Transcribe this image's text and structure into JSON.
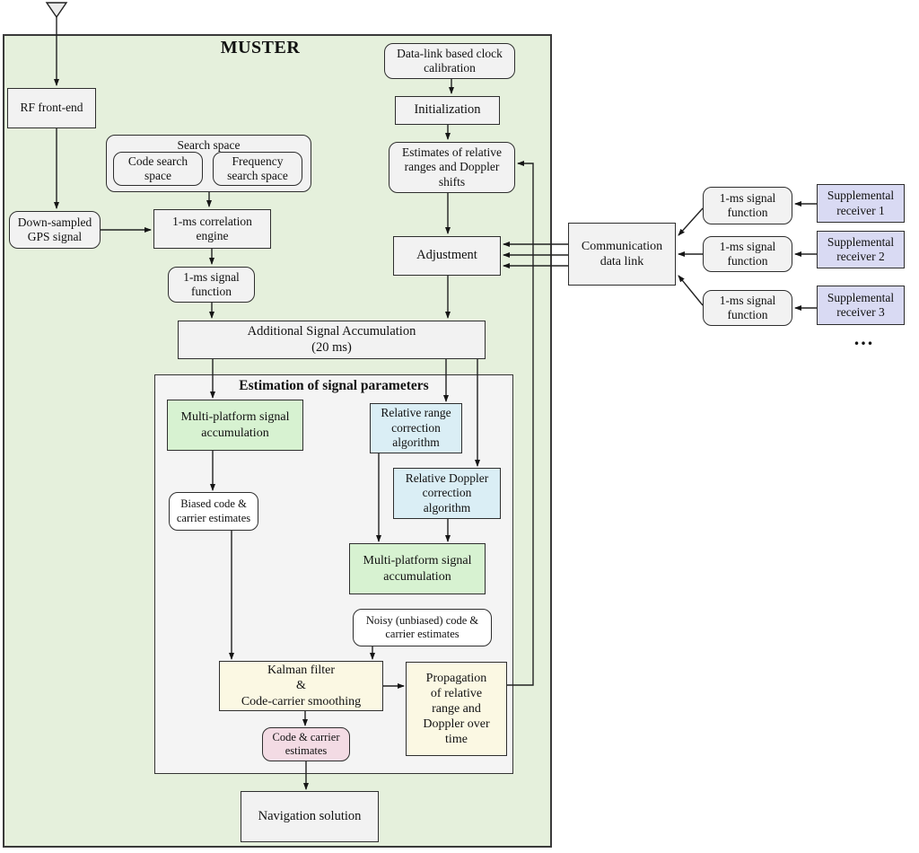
{
  "diagram": {
    "title": "MUSTER",
    "estimation_title": "Estimation of signal parameters",
    "nodes": {
      "rf_front_end": "RF front-end",
      "search_space_title": "Search space",
      "code_search_space": "Code search\nspace",
      "frequency_search_space": "Frequency\nsearch space",
      "down_sampled_gps": "Down-sampled\nGPS signal",
      "correlation_engine": "1-ms correlation\nengine",
      "signal_function": "1-ms signal\nfunction",
      "clock_calibration": "Data-link based clock\ncalibration",
      "initialization": "Initialization",
      "estimates": "Estimates of relative\nranges and Doppler\nshifts",
      "adjustment": "Adjustment",
      "signal_accumulation": "Additional Signal Accumulation\n(20 ms)",
      "multi_platform_1": "Multi-platform signal\naccumulation",
      "relative_range": "Relative range\ncorrection\nalgorithm",
      "relative_doppler": "Relative Doppler\ncorrection\nalgorithm",
      "multi_platform_2": "Multi-platform signal\naccumulation",
      "biased_estimates": "Biased code &\ncarrier estimates",
      "noisy_estimates": "Noisy (unbiased) code &\ncarrier estimates",
      "kalman": "Kalman filter\n&\nCode-carrier smoothing",
      "code_carrier_estimates": "Code & carrier\nestimates",
      "propagation": "Propagation\nof relative\nrange and\nDoppler over\ntime",
      "navigation": "Navigation solution",
      "comm_link": "Communication\ndata link"
    },
    "right_side": {
      "signal_functions": [
        "1-ms signal\nfunction",
        "1-ms signal\nfunction",
        "1-ms signal\nfunction"
      ],
      "receivers": [
        "Supplemental\nreceiver 1",
        "Supplemental\nreceiver 2",
        "Supplemental\nreceiver 3"
      ],
      "ellipsis": "..."
    }
  },
  "colors": {
    "muster_bg": "#e5f0dc",
    "box_fill": "#f2f2f2",
    "container_fill": "#f4f4f4",
    "green_fill": "#d7f2d1",
    "blue_fill": "#daeef5",
    "yellow_fill": "#fbf8e3",
    "pink_fill": "#f3dbe4",
    "lavender_fill": "#d9daf3",
    "line_color": "#222222"
  }
}
